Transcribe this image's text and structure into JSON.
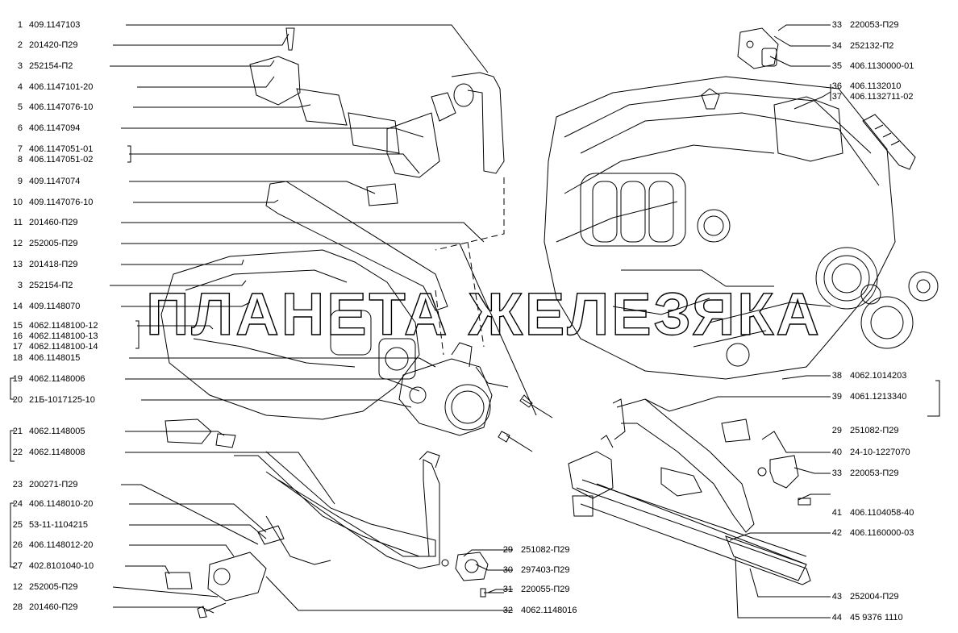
{
  "watermark": "ПЛАНЕТА ЖЕЛЕЗЯКА",
  "left_labels": [
    {
      "num": "1",
      "code": "409.1147103"
    },
    {
      "num": "2",
      "code": "201420-П29"
    },
    {
      "num": "3",
      "code": "252154-П2"
    },
    {
      "num": "4",
      "code": "406.1147101-20"
    },
    {
      "num": "5",
      "code": "406.1147076-10"
    },
    {
      "num": "6",
      "code": "406.1147094"
    },
    {
      "num": "7",
      "code": "406.1147051-01"
    },
    {
      "num": "8",
      "code": "406.1147051-02"
    },
    {
      "num": "9",
      "code": "409.1147074"
    },
    {
      "num": "10",
      "code": "409.1147076-10"
    },
    {
      "num": "11",
      "code": "201460-П29"
    },
    {
      "num": "12",
      "code": "252005-П29"
    },
    {
      "num": "13",
      "code": "201418-П29"
    },
    {
      "num": "3",
      "code": "252154-П2"
    },
    {
      "num": "14",
      "code": "409.1148070"
    },
    {
      "num": "15",
      "code": "4062.1148100-12"
    },
    {
      "num": "16",
      "code": "4062.1148100-13"
    },
    {
      "num": "17",
      "code": "4062.1148100-14"
    },
    {
      "num": "18",
      "code": "406.1148015"
    },
    {
      "num": "19",
      "code": "4062.1148006"
    },
    {
      "num": "20",
      "code": "21Б-1017125-10"
    },
    {
      "num": "21",
      "code": "4062.1148005"
    },
    {
      "num": "22",
      "code": "4062.1148008"
    },
    {
      "num": "23",
      "code": "200271-П29"
    },
    {
      "num": "24",
      "code": "406.1148010-20"
    },
    {
      "num": "25",
      "code": "53-11-1104215"
    },
    {
      "num": "26",
      "code": "406.1148012-20"
    },
    {
      "num": "27",
      "code": "402.8101040-10"
    },
    {
      "num": "12",
      "code": "252005-П29"
    },
    {
      "num": "28",
      "code": "201460-П29"
    }
  ],
  "right_labels": [
    {
      "num": "33",
      "code": "220053-П29"
    },
    {
      "num": "34",
      "code": "252132-П2"
    },
    {
      "num": "35",
      "code": "406.1130000-01"
    },
    {
      "num": "36",
      "code": "406.1132010"
    },
    {
      "num": "37",
      "code": "406.1132711-02"
    },
    {
      "num": "38",
      "code": "4062.1014203"
    },
    {
      "num": "39",
      "code": "4061.1213340"
    },
    {
      "num": "29",
      "code": "251082-П29"
    },
    {
      "num": "40",
      "code": "24-10-1227070"
    },
    {
      "num": "33",
      "code": "220053-П29"
    },
    {
      "num": "41",
      "code": "406.1104058-40"
    },
    {
      "num": "42",
      "code": "406.1160000-03"
    },
    {
      "num": "43",
      "code": "252004-П29"
    },
    {
      "num": "44",
      "code": "45  9376  1110"
    }
  ],
  "center_labels": [
    {
      "num": "29",
      "code": "251082-П29"
    },
    {
      "num": "30",
      "code": "297403-П29"
    },
    {
      "num": "31",
      "code": "220055-П29"
    },
    {
      "num": "32",
      "code": "4062.1148016"
    }
  ]
}
